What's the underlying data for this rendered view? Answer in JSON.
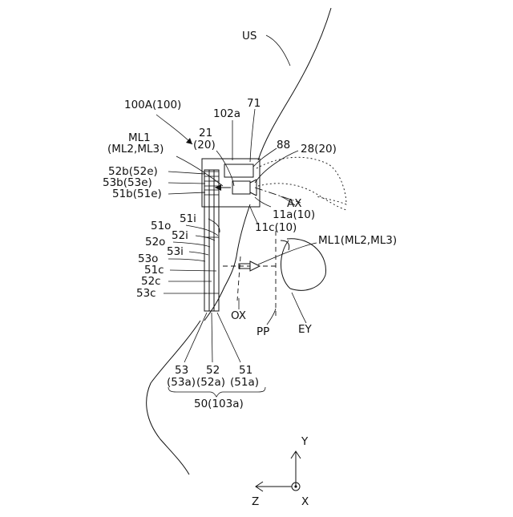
{
  "labels": {
    "us": "US",
    "l71": "71",
    "l102a": "102a",
    "l100a": "100A(100)",
    "l88": "88",
    "l28": "28(20)",
    "l21": "21",
    "l21b": "(20)",
    "ml1_top": "ML1",
    "ml1_top_b": "(ML2,ML3)",
    "l52b": "52b(52e)",
    "l53b": "53b(53e)",
    "l51b": "51b(51e)",
    "ax": "AX",
    "l11a": "11a(10)",
    "l11c": "11c(10)",
    "l51i": "51i",
    "l51o": "51o",
    "l52i": "52i",
    "l52o": "52o",
    "l53i": "53i",
    "l53o": "53o",
    "l51c": "51c",
    "l52c": "52c",
    "l53c": "53c",
    "ml1_right": "ML1(ML2,ML3)",
    "ox": "OX",
    "pp": "PP",
    "ey": "EY",
    "l53": "53",
    "l52": "52",
    "l51": "51",
    "l53a": "(53a)",
    "l52a": "(52a)",
    "l51a": "(51a)",
    "l50": "50(103a)",
    "axis_y": "Y",
    "axis_z": "Z",
    "axis_x": "X"
  }
}
